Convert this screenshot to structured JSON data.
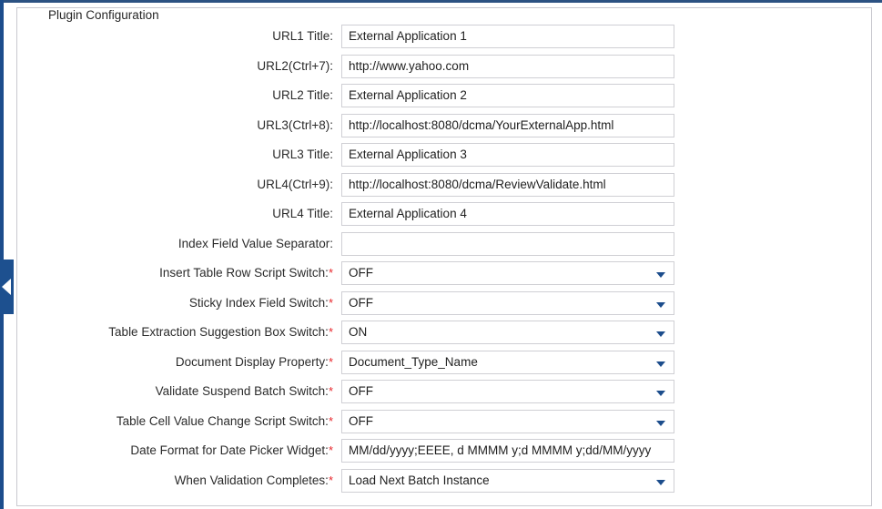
{
  "window": {
    "group_legend": "Plugin Configuration",
    "accent_color": "#1c4d8c",
    "required_marker_color": "#e8272c",
    "border_color": "#cfcfd4",
    "text_color": "#2b2b2b"
  },
  "collapse_handle": {
    "icon": "triangle-left-icon",
    "tooltip": "Collapse panel"
  },
  "form": {
    "required_marker": "*",
    "rows": [
      {
        "label": "URL1 Title:",
        "required": false,
        "control": "text",
        "value": "External Application 1",
        "placeholder": ""
      },
      {
        "label": "URL2(Ctrl+7):",
        "required": false,
        "control": "text",
        "value": "http://www.yahoo.com",
        "placeholder": ""
      },
      {
        "label": "URL2 Title:",
        "required": false,
        "control": "text",
        "value": "External Application 2",
        "placeholder": ""
      },
      {
        "label": "URL3(Ctrl+8):",
        "required": false,
        "control": "text",
        "value": "http://localhost:8080/dcma/YourExternalApp.html",
        "placeholder": ""
      },
      {
        "label": "URL3 Title:",
        "required": false,
        "control": "text",
        "value": "External Application 3",
        "placeholder": ""
      },
      {
        "label": "URL4(Ctrl+9):",
        "required": false,
        "control": "text",
        "value": "http://localhost:8080/dcma/ReviewValidate.html",
        "placeholder": ""
      },
      {
        "label": "URL4 Title:",
        "required": false,
        "control": "text",
        "value": "External Application 4",
        "placeholder": ""
      },
      {
        "label": "Index Field Value Separator:",
        "required": false,
        "control": "text",
        "value": "",
        "placeholder": ""
      },
      {
        "label": "Insert Table Row Script Switch:",
        "required": true,
        "control": "select",
        "value": "OFF",
        "placeholder": ""
      },
      {
        "label": "Sticky Index Field Switch:",
        "required": true,
        "control": "select",
        "value": "OFF",
        "placeholder": ""
      },
      {
        "label": "Table Extraction Suggestion Box Switch:",
        "required": true,
        "control": "select",
        "value": "ON",
        "placeholder": ""
      },
      {
        "label": "Document Display Property:",
        "required": true,
        "control": "select",
        "value": "Document_Type_Name",
        "placeholder": ""
      },
      {
        "label": "Validate Suspend Batch Switch:",
        "required": true,
        "control": "select",
        "value": "OFF",
        "placeholder": ""
      },
      {
        "label": "Table Cell Value Change Script Switch:",
        "required": true,
        "control": "select",
        "value": "OFF",
        "placeholder": ""
      },
      {
        "label": "Date Format for Date Picker Widget:",
        "required": true,
        "control": "text",
        "value": "MM/dd/yyyy;EEEE, d MMMM y;d MMMM y;dd/MM/yyyy",
        "placeholder": ""
      },
      {
        "label": "When Validation Completes:",
        "required": true,
        "control": "select",
        "value": "Load Next Batch Instance",
        "placeholder": ""
      }
    ]
  }
}
